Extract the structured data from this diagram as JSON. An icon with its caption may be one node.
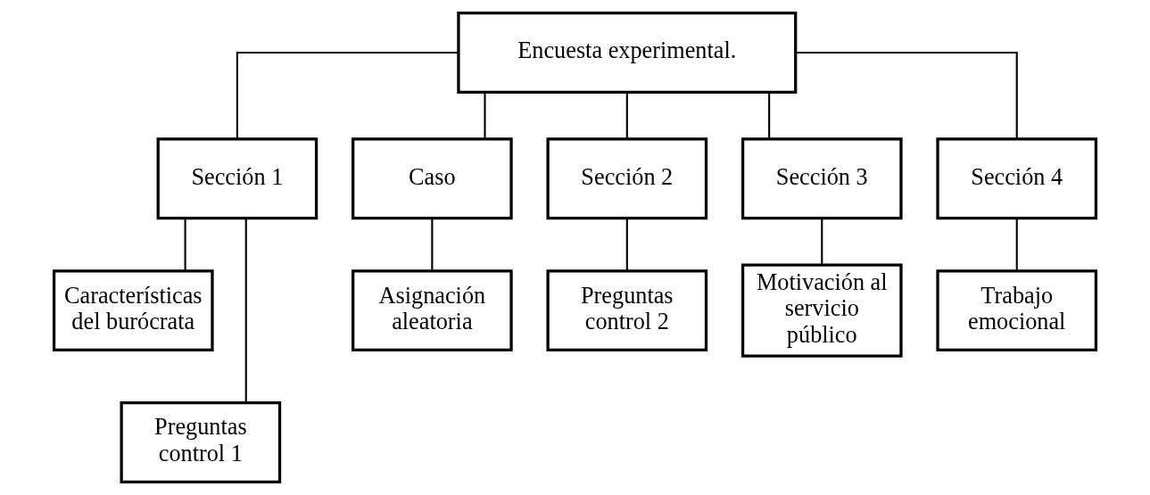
{
  "diagram": {
    "nodes": [
      {
        "text": [
          "Encuesta experimental."
        ]
      },
      {
        "text": [
          "Sección 1"
        ]
      },
      {
        "text": [
          "Caso"
        ]
      },
      {
        "text": [
          "Sección 2"
        ]
      },
      {
        "text": [
          "Sección 3"
        ]
      },
      {
        "text": [
          "Sección 4"
        ]
      },
      {
        "text": [
          "Características del burócrata"
        ]
      },
      {
        "text": [
          "Asignación aleatoria"
        ]
      },
      {
        "text": [
          "Preguntas control 2"
        ]
      },
      {
        "text": [
          "Motivación al servicio público"
        ]
      },
      {
        "text": [
          "Trabajo emocional"
        ]
      },
      {
        "text": [
          "Preguntas control 1"
        ]
      }
    ],
    "edges": [
      {
        "from": 0,
        "to": 1,
        "arrow": "none"
      },
      {
        "from": 0,
        "to": 2,
        "arrow": "none"
      },
      {
        "from": 0,
        "to": 3,
        "arrow": "none"
      },
      {
        "from": 0,
        "to": 4,
        "arrow": "none"
      },
      {
        "from": 0,
        "to": 5,
        "arrow": "none"
      },
      {
        "from": 1,
        "to": 6,
        "arrow": "none"
      },
      {
        "from": 1,
        "to": 11,
        "arrow": "none"
      },
      {
        "from": 2,
        "to": 7,
        "arrow": "none"
      },
      {
        "from": 3,
        "to": 8,
        "arrow": "none"
      },
      {
        "from": 4,
        "to": 9,
        "arrow": "none"
      },
      {
        "from": 5,
        "to": 10,
        "arrow": "none"
      }
    ]
  }
}
